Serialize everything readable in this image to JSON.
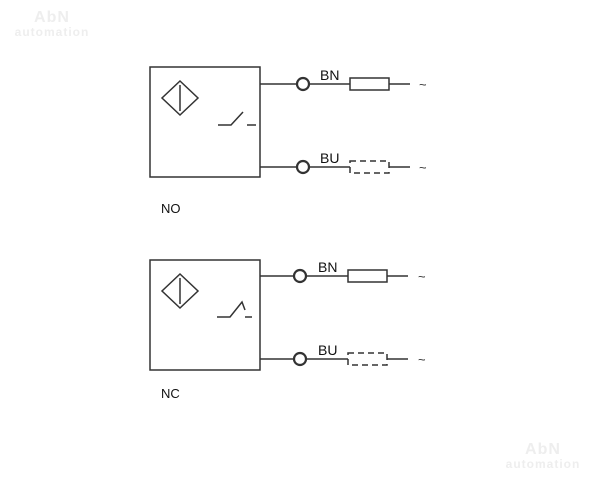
{
  "watermark": {
    "line1": "AbN",
    "line2": "automation"
  },
  "circuits": [
    {
      "id": "no",
      "label": "NO",
      "wire_top": "BN",
      "wire_bottom": "BU",
      "supply_symbol": "~"
    },
    {
      "id": "nc",
      "label": "NC",
      "wire_top": "BN",
      "wire_bottom": "BU",
      "supply_symbol": "~"
    }
  ],
  "colors": {
    "line": "#333333",
    "text": "#111111",
    "watermark": "#eeeeee"
  }
}
